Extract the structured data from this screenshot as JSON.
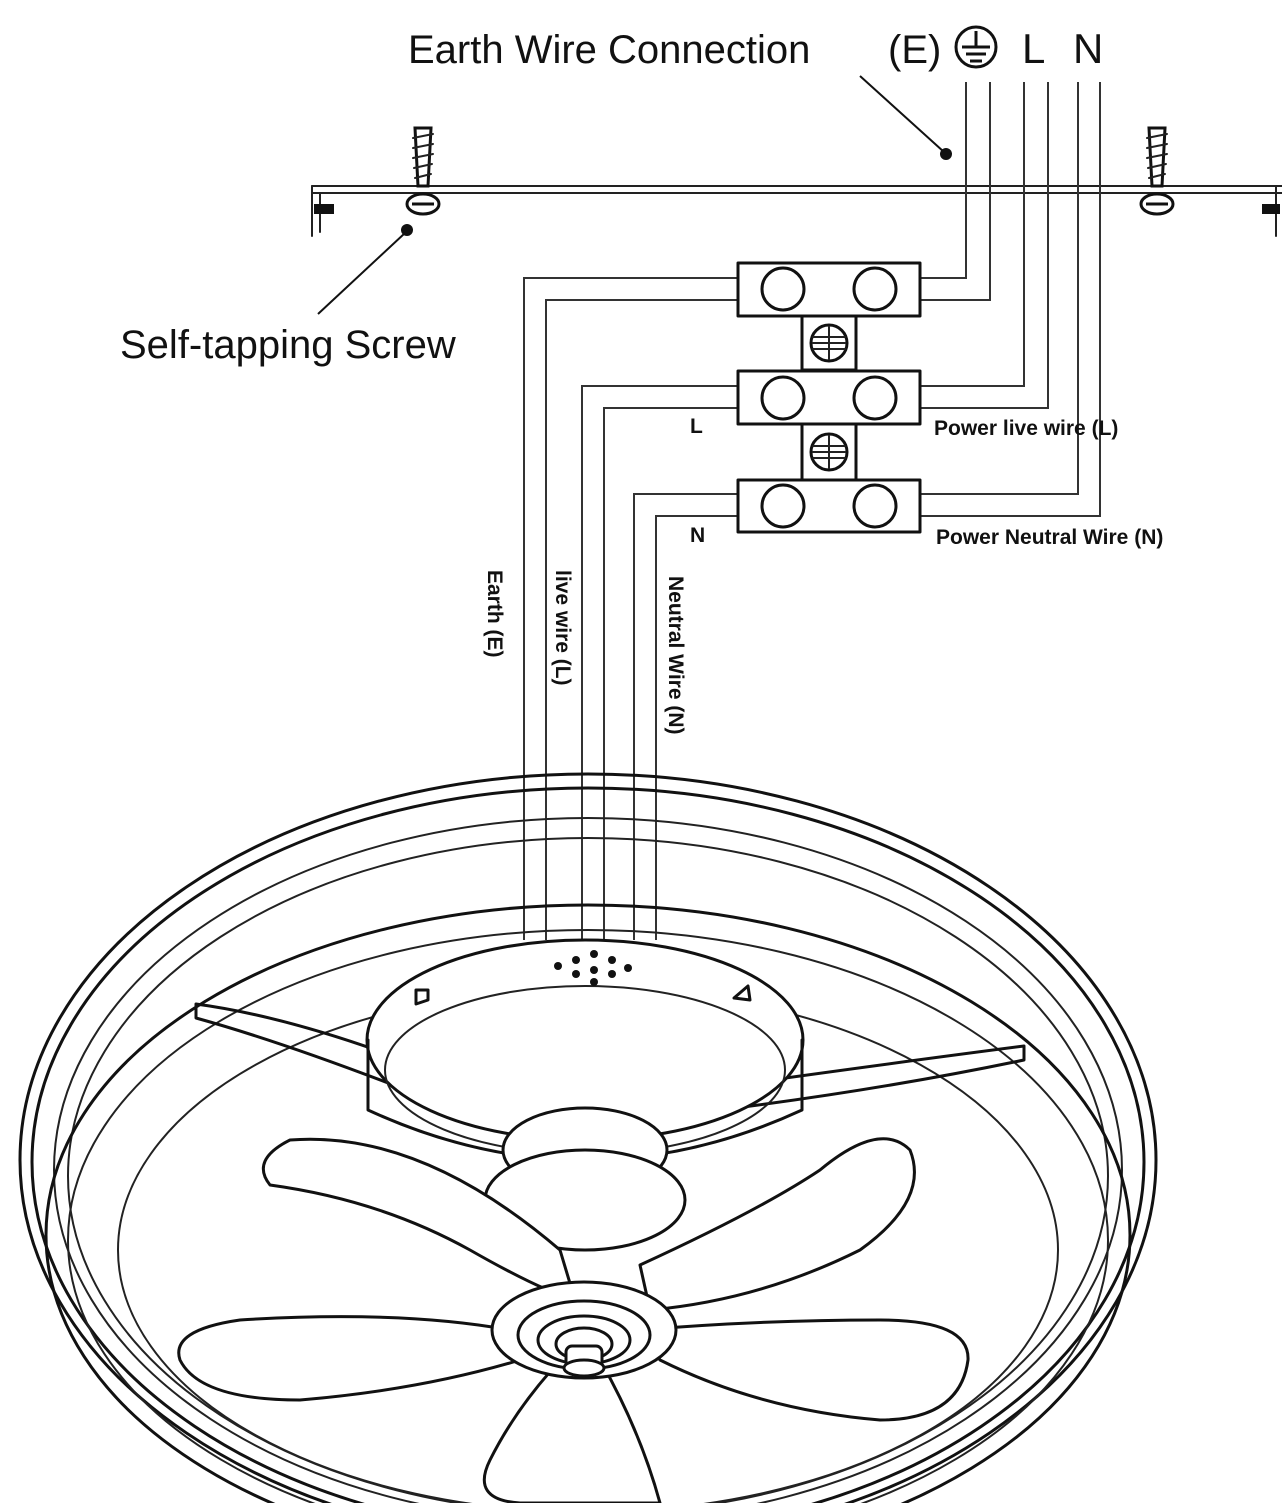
{
  "diagram": {
    "title": "Earth Wire Connection",
    "supply_terminals": {
      "earth": "(E)",
      "live": "L",
      "neutral": "N"
    },
    "labels": {
      "self_tapping_screw": "Self-tapping Screw",
      "power_live_wire": "Power live wire (L)",
      "power_neutral_wire": "Power Neutral Wire (N)",
      "block_live": "L",
      "block_neutral": "N",
      "fan_earth": "Earth (E)",
      "fan_live": "live wire (L)",
      "fan_neutral": "Neutral Wire (N)"
    },
    "icons": [
      "earth-ground-icon",
      "screw-icon",
      "terminal-block-icon",
      "ceiling-fan-icon"
    ]
  }
}
